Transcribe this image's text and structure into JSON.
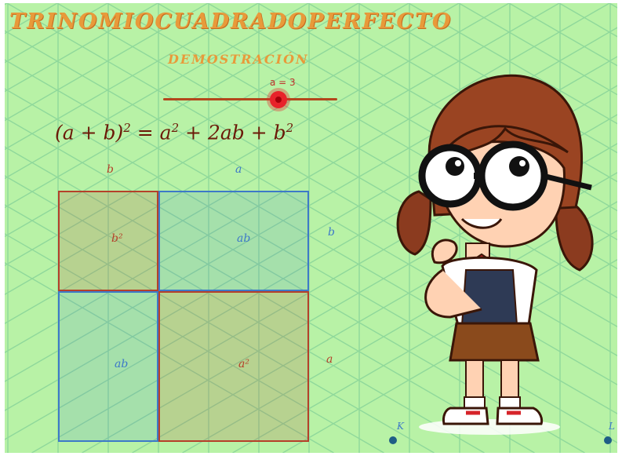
{
  "header": {
    "title": "TRINOMIOCUADRADOPERFECTO",
    "subtitle": "DEMOSTRACIÓN"
  },
  "slider": {
    "label": "a = 3",
    "value": 3
  },
  "formula": {
    "lhs": "(a + b)",
    "lhs_exp": "2",
    "eq": " = ",
    "t1": "a",
    "t1_exp": "2",
    "plus1": " + 2ab + ",
    "t3": "b",
    "t3_exp": "2"
  },
  "labels": {
    "top_b": "b",
    "top_a": "a",
    "right_b": "b",
    "right_a": "a",
    "cell_b2": "b²",
    "cell_ab_top": "ab",
    "cell_ab_left": "ab",
    "cell_a2": "a²",
    "point_k": "K",
    "point_l": "L"
  },
  "colors": {
    "background": "#b8f2a6",
    "grid": "#8fd89b",
    "red_square": "#b5402a",
    "blue_square": "#3d79c8",
    "title": "#e89a3a",
    "slider_knob": "#e8222a"
  },
  "icons": {
    "character": "cartoon-girl-thinking-icon"
  }
}
